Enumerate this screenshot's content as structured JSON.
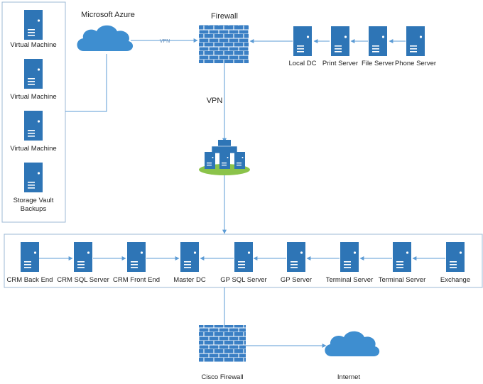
{
  "colors": {
    "server_fill": "#2e75b6",
    "server_light": "#5b9bd5",
    "cloud": "#3e8ed0",
    "connector": "#5b9bd5",
    "frame": "#9cb8d6",
    "platform": "#8bc34a"
  },
  "azure_panel": {
    "vm1": "Virtual Machine",
    "vm2": "Virtual Machine",
    "vm3": "Virtual Machine",
    "storage_line1": "Storage Vault",
    "storage_line2": "Backups"
  },
  "cloud_azure": {
    "label": "Microsoft Azure",
    "icon": "cloud-icon"
  },
  "vpn_small_label": "VPN",
  "firewall_top": {
    "label": "Firewall",
    "icon": "firewall-icon"
  },
  "vpn_label": "VPN",
  "onprem_servers": [
    {
      "label": "Local DC"
    },
    {
      "label": "Print Server"
    },
    {
      "label": "File Server"
    },
    {
      "label": "Phone Server"
    }
  ],
  "hub": {
    "icon": "server-cluster-icon"
  },
  "datacenter_row": [
    {
      "label": "CRM Back End"
    },
    {
      "label": "CRM SQL Server"
    },
    {
      "label": "CRM Front End"
    },
    {
      "label": "Master DC"
    },
    {
      "label": "GP SQL Server"
    },
    {
      "label": "GP Server"
    },
    {
      "label": "Terminal Server"
    },
    {
      "label": "Terminal Server"
    },
    {
      "label": "Exchange"
    }
  ],
  "cisco_firewall": {
    "label": "Cisco Firewall",
    "icon": "firewall-icon"
  },
  "internet": {
    "label": "Internet",
    "icon": "cloud-icon"
  }
}
